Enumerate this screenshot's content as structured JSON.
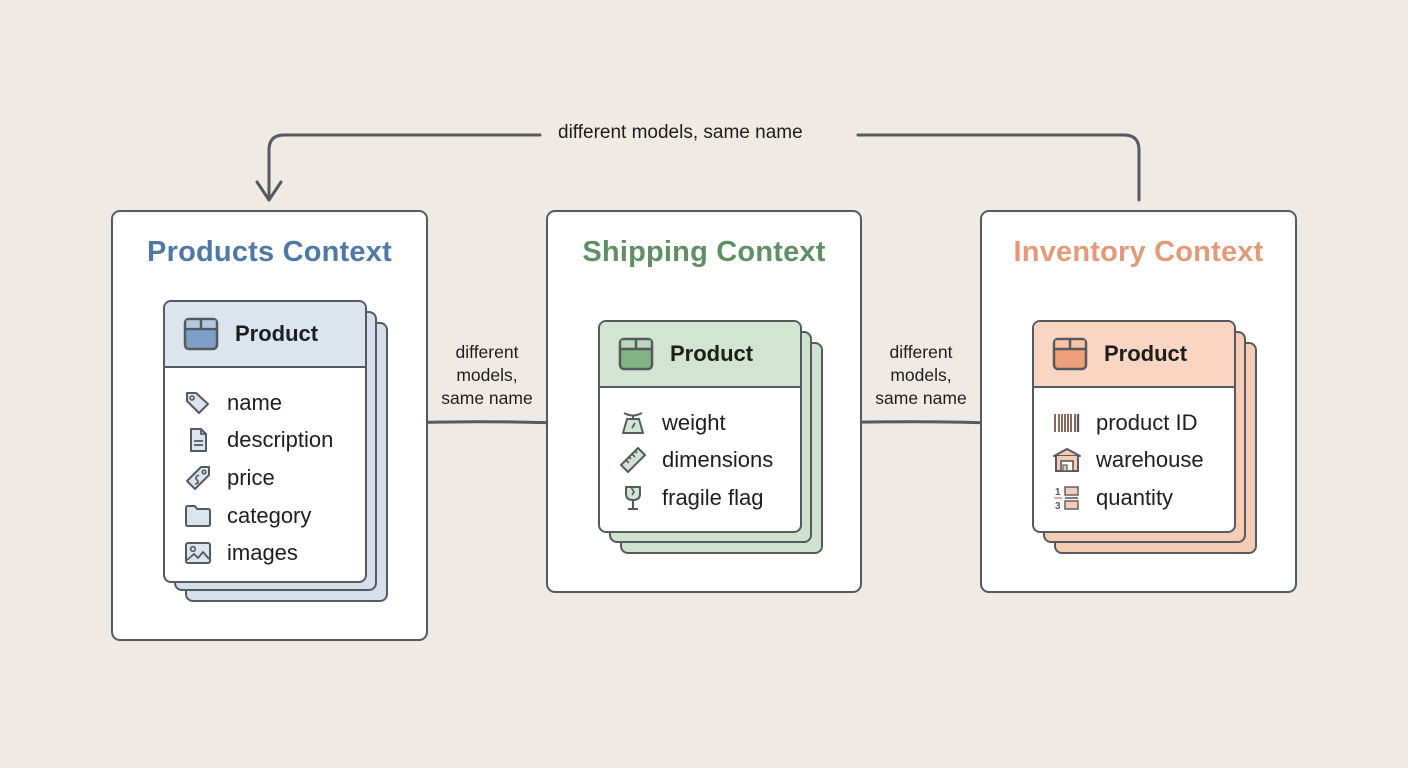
{
  "top_connector": {
    "label": "different models, same name",
    "from": "Inventory Context",
    "to": "Products Context"
  },
  "connectors": [
    {
      "label_lines": [
        "different",
        "models,",
        "same name"
      ],
      "from": "Products Context",
      "to": "Shipping Context"
    },
    {
      "label_lines": [
        "different",
        "models,",
        "same name"
      ],
      "from": "Shipping Context",
      "to": "Inventory Context"
    }
  ],
  "contexts": [
    {
      "title": "Products Context",
      "accent": "#4e78a6",
      "header_fill": "#dce4ee",
      "sheet_fill": "#d6dfeb",
      "entity": {
        "name": "Product",
        "icon": "box-icon",
        "fields": [
          {
            "label": "name",
            "icon": "tag-icon"
          },
          {
            "label": "description",
            "icon": "document-icon"
          },
          {
            "label": "price",
            "icon": "price-tag-icon"
          },
          {
            "label": "category",
            "icon": "folder-icon"
          },
          {
            "label": "images",
            "icon": "image-icon"
          }
        ]
      }
    },
    {
      "title": "Shipping Context",
      "accent": "#5f8f62",
      "header_fill": "#d3e5d2",
      "sheet_fill": "#cfe2cf",
      "entity": {
        "name": "Product",
        "icon": "box-icon",
        "fields": [
          {
            "label": "weight",
            "icon": "scale-icon"
          },
          {
            "label": "dimensions",
            "icon": "ruler-icon"
          },
          {
            "label": "fragile flag",
            "icon": "fragile-glass-icon"
          }
        ]
      }
    },
    {
      "title": "Inventory Context",
      "accent": "#e49a78",
      "header_fill": "#f9d6c2",
      "sheet_fill": "#f6cdb4",
      "entity": {
        "name": "Product",
        "icon": "box-icon",
        "fields": [
          {
            "label": "product ID",
            "icon": "barcode-icon"
          },
          {
            "label": "warehouse",
            "icon": "warehouse-icon"
          },
          {
            "label": "quantity",
            "icon": "quantity-icon"
          }
        ]
      }
    }
  ]
}
